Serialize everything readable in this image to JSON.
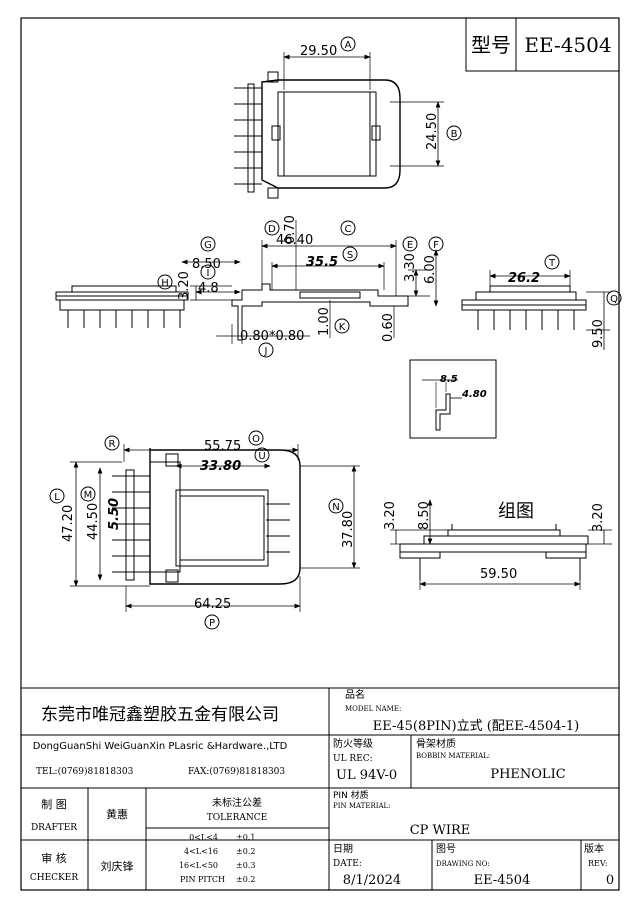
{
  "title_box": {
    "label": "型号",
    "model": "EE-4504"
  },
  "dims": {
    "A": "29.50",
    "B": "24.50",
    "C": "46.40",
    "S": "35.5",
    "E": "3.30",
    "F": "6.00",
    "D": "0.70",
    "G": "8.50",
    "H": "3.20",
    "I": "4.8",
    "T": "26.2",
    "J": "0.80*0.80",
    "K": "1.00",
    "K2": "0.60",
    "Q": "9.50",
    "detail1": "8.5",
    "detail2": "4.80",
    "O": "55.75",
    "U": "33.80",
    "L": "47.20",
    "M": "44.50",
    "pitch": "5.50",
    "N": "37.80",
    "P": "64.25",
    "assy_h1": "3.20",
    "assy_h2": "8.50",
    "assy_h3": "3.20",
    "assy_w": "59.50"
  },
  "letters": [
    "A",
    "B",
    "C",
    "S",
    "E",
    "F",
    "D",
    "G",
    "H",
    "I",
    "T",
    "J",
    "K",
    "Q",
    "R",
    "O",
    "U",
    "L",
    "M",
    "N",
    "P"
  ],
  "assembly_label": "组图",
  "company": "东莞市唯冠鑫塑胶五金有限公司",
  "company_en": "DongGuanShi WeiGuanXin PLasric &Hardware.,LTD",
  "tel": "TEL:(0769)81818303",
  "fax": "FAX:(0769)81818303",
  "model_name": {
    "cn": "品名",
    "en": "MODEL NAME:",
    "value": "EE-45(8PIN)立式 (配EE-4504-1)"
  },
  "ul_rec": {
    "cn": "防火等级",
    "en": "UL REC:",
    "value": "UL 94V-0"
  },
  "bobbin": {
    "cn": "骨架材质",
    "en": "BOBBIN MATERIAL:",
    "value": "PHENOLIC"
  },
  "pin_material": {
    "cn": "PIN 材质",
    "en": "PIN MATERIAL:",
    "value": "CP WIRE"
  },
  "drafter": {
    "cn": "制 图",
    "en": "DRAFTER",
    "name": "黄惠"
  },
  "checker": {
    "cn": "审 核",
    "en": "CHECKER",
    "name": "刘庆锋"
  },
  "tolerance": {
    "cn": "未标注公差",
    "en": "TOLERANCE",
    "rows": [
      {
        "range": "0<L<4",
        "value": "±0.1"
      },
      {
        "range": "4<L<16",
        "value": "±0.2"
      },
      {
        "range": "16<L<50",
        "value": "±0.3"
      },
      {
        "range": "PIN PITCH",
        "value": "±0.2"
      }
    ]
  },
  "date": {
    "cn": "日期",
    "en": "DATE:",
    "value": "8/1/2024"
  },
  "drawing_no": {
    "cn": "图号",
    "en": "DRAWING NO:",
    "value": "EE-4504"
  },
  "rev": {
    "cn": "版本",
    "en": "REV:",
    "value": "0"
  }
}
